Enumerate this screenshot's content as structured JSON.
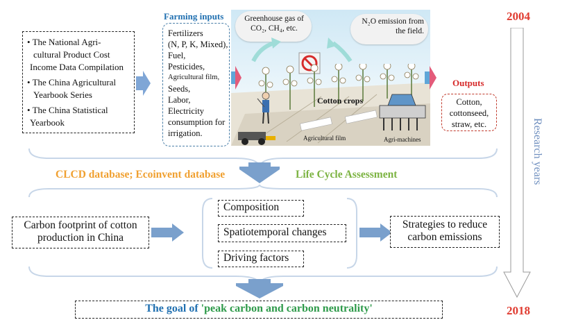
{
  "sources": {
    "items": [
      "• The National Agri-",
      "cultural Product Cost",
      "Income Data Compilation",
      "• The China Agricultural",
      "Yearbook Series",
      "• The China Statistical",
      "Yearbook"
    ]
  },
  "farming_inputs": {
    "title": "Farming inputs",
    "items": [
      "Fertilizers",
      "(N, P, K, Mixed),",
      "Fuel,",
      "Pesticides,",
      "Agricultural film,",
      "Seeds,",
      "Labor,",
      "Electricity",
      "consumption for",
      "irrigation."
    ]
  },
  "scene": {
    "ghg_label": "Greenhouse gas of CO₂, CH₄, etc.",
    "n2o_label": "N₂O emission from the field.",
    "cotton_label": "Cotton crops",
    "film_label": "Agricultural film",
    "machines_label": "Agri-machines"
  },
  "outputs": {
    "title": "Outputs",
    "items": [
      "Cotton,",
      "cottonseed,",
      "straw, etc."
    ]
  },
  "timeline": {
    "start_year": "2004",
    "end_year": "2018",
    "label": "Research years",
    "colors": {
      "years": "#e03c31",
      "label": "#6f8fbf",
      "arrow": "#d8d8d8"
    }
  },
  "databases": {
    "left": "CLCD database; Ecoinvent database",
    "right": "Life Cycle Assessment",
    "left_color": "#f0a030",
    "right_color": "#7cb342"
  },
  "analysis": {
    "footprint_lines": [
      "Carbon footprint of cotton",
      "production in China"
    ],
    "components": [
      "Composition",
      "Spatiotemporal changes",
      "Driving factors"
    ],
    "strategy_lines": [
      "Strategies to reduce",
      "carbon emissions"
    ]
  },
  "goal": {
    "prefix": "The goal of ",
    "highlight": "'peak carbon and carbon neutrality'",
    "prefix_color": "#1f6fb0",
    "highlight_color": "#2e9a4a"
  }
}
